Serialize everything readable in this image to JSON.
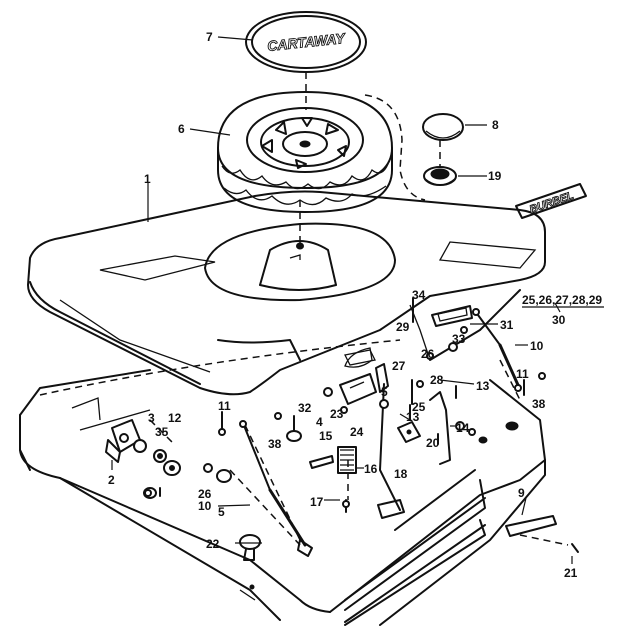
{
  "diagram": {
    "cover_lettering": "CARTAWAY",
    "badge_lettering": "BURBEL",
    "callouts": {
      "c1": "1",
      "c2": "2",
      "c3": "3",
      "c4": "4",
      "c5a": "5",
      "c5b": "5",
      "c6": "6",
      "c7": "7",
      "c8": "8",
      "c9": "9",
      "c10a": "10",
      "c10b": "10",
      "c11a": "11",
      "c11b": "11",
      "c12": "12",
      "c13a": "13",
      "c13b": "13",
      "c14": "14",
      "c15": "15",
      "c16": "16",
      "c17": "17",
      "c18": "18",
      "c19": "19",
      "c20": "20",
      "c21": "21",
      "c22": "22",
      "c23": "23",
      "c24": "24",
      "c25": "25",
      "c25group": "25,26,27,28,29",
      "c26a": "26",
      "c26b": "26",
      "c27": "27",
      "c28": "28",
      "c29": "29",
      "c30": "30",
      "c31": "31",
      "c32": "32",
      "c33": "33",
      "c34": "34",
      "c35": "35",
      "c38a": "38",
      "c38b": "38"
    }
  }
}
